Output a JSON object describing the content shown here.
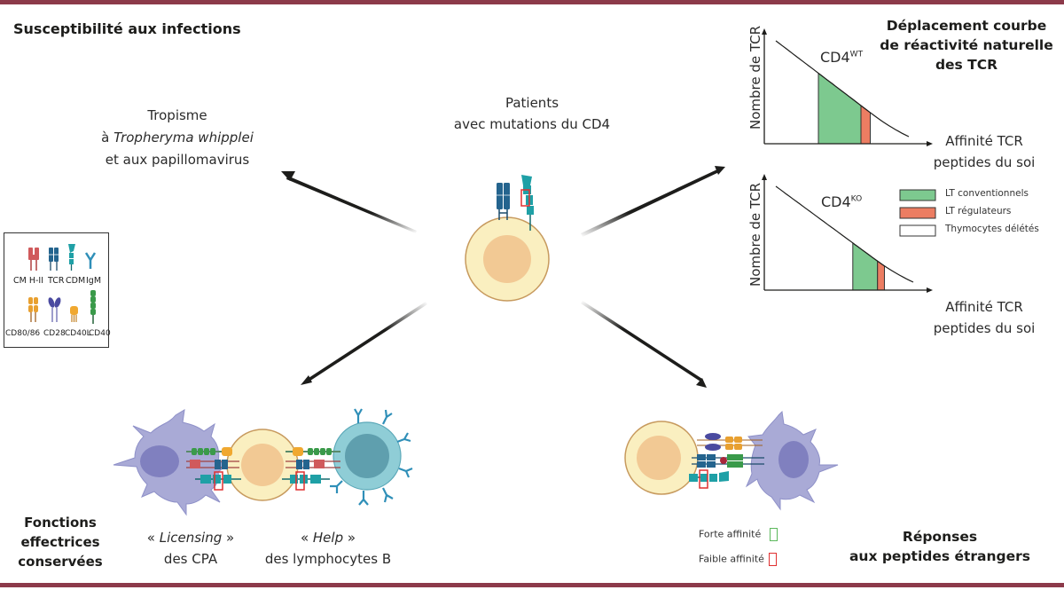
{
  "sections": {
    "top_left_title": "Susceptibilité aux infections",
    "top_right_title": [
      "Déplacement courbe",
      "de réactivité naturelle",
      "des TCR"
    ],
    "bottom_left_title": [
      "Fonctions",
      "effectrices",
      "conservées"
    ],
    "bottom_right_title": [
      "Réponses",
      "aux peptides étrangers"
    ]
  },
  "center": {
    "label_line1": "Patients",
    "label_line2": "avec mutations du CD4"
  },
  "tropism": {
    "line1": "Tropisme",
    "line2_prefix": "à ",
    "line2_italic": "Tropheryma whipplei",
    "line3": "et aux papillomavirus"
  },
  "molecule_legend": {
    "row1": [
      "CM H-II",
      "TCR",
      "CDM",
      "IgM"
    ],
    "row2": [
      "CD80/86",
      "CD28",
      "CD40L",
      "CD40"
    ]
  },
  "effector": {
    "licensing_open": "« ",
    "licensing_italic": "Licensing",
    "licensing_close": " »",
    "licensing_line2": "des CPA",
    "help_open": "« ",
    "help_italic": "Help",
    "help_close": " »",
    "help_line2": "des lymphocytes B"
  },
  "affinity_legend": {
    "strong": "Forte affinité",
    "weak": "Faible affinité",
    "strong_color": "#5cb85c",
    "weak_color": "#e03030"
  },
  "chart_data": [
    {
      "type": "area",
      "title": "CD4",
      "title_sup": "WT",
      "ylabel": "Nombre de TCR",
      "xlabel_line1": "Affinité TCR",
      "xlabel_line2": "peptides du soi",
      "curve": "decreasing",
      "regions": [
        {
          "name": "LT conventionnels",
          "x_from": 0.32,
          "x_to": 0.64
        },
        {
          "name": "LT régulateurs",
          "x_from": 0.64,
          "x_to": 0.71
        }
      ]
    },
    {
      "type": "area",
      "title": "CD4",
      "title_sup": "KO",
      "ylabel": "Nombre de TCR",
      "xlabel_line1": "Affinité TCR",
      "xlabel_line2": "peptides du soi",
      "curve": "decreasing",
      "regions": [
        {
          "name": "LT conventionnels",
          "x_from": 0.56,
          "x_to": 0.74
        },
        {
          "name": "LT régulateurs",
          "x_from": 0.74,
          "x_to": 0.79
        }
      ]
    }
  ],
  "chart_legend": [
    {
      "label": "LT conventionnels",
      "color": "#7dc98f"
    },
    {
      "label": "LT régulateurs",
      "color": "#ec7d62"
    },
    {
      "label": "Thymocytes délétés",
      "color": "#ffffff"
    }
  ],
  "colors": {
    "border": "#8c3a4a",
    "cell_outer": "#faefc0",
    "cell_inner": "#f2c994",
    "dendritic": "#a9aad6",
    "bcell": "#8fcdd6"
  }
}
